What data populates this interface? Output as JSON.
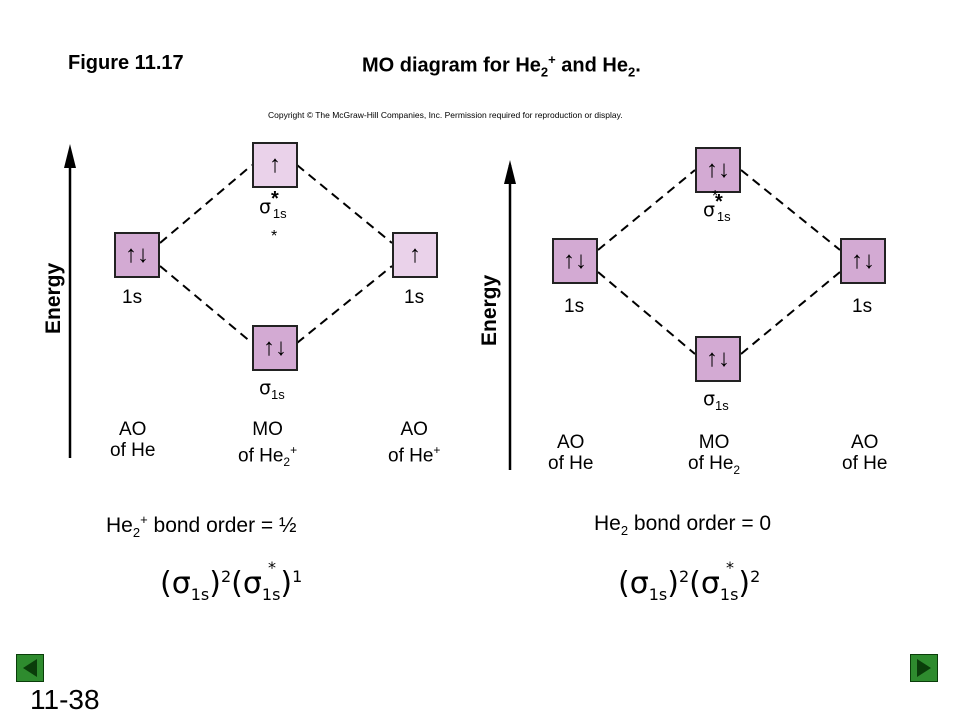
{
  "figure": {
    "number": "Figure 11.17",
    "title_prefix": "MO diagram for He",
    "title_sub1": "2",
    "title_sup1": "+",
    "title_mid": " and He",
    "title_sub2": "2",
    "title_end": "."
  },
  "copyright": "Copyright © The McGraw-Hill Companies, Inc. Permission required for reproduction or display.",
  "left_diagram": {
    "axis_label": "Energy",
    "ao_left": {
      "electrons": "↑↓",
      "label": "1s"
    },
    "ao_right": {
      "electrons": "↑",
      "label": "1s"
    },
    "mo_antibonding": {
      "electrons": "↑",
      "label": "σ*1s"
    },
    "mo_bonding": {
      "electrons": "↑↓",
      "label": "σ1s"
    },
    "col_left": {
      "line1": "AO",
      "line2": "of He"
    },
    "col_mid": {
      "line1": "MO",
      "line2": "of He",
      "sub": "2",
      "sup": "+"
    },
    "col_right": {
      "line1": "AO",
      "line2": "of He",
      "sup": "+"
    },
    "bond_order": {
      "prefix": "He",
      "sub": "2",
      "sup": "+",
      "text": " bond order = ½"
    }
  },
  "right_diagram": {
    "axis_label": "Energy",
    "ao_left": {
      "electrons": "↑↓",
      "label": "1s"
    },
    "ao_right": {
      "electrons": "↑↓",
      "label": "1s"
    },
    "mo_antibonding": {
      "electrons": "↑↓",
      "label": "σ*1s"
    },
    "mo_bonding": {
      "electrons": "↑↓",
      "label": "σ1s"
    },
    "col_left": {
      "line1": "AO",
      "line2": "of He"
    },
    "col_mid": {
      "line1": "MO",
      "line2": "of He",
      "sub": "2"
    },
    "col_right": {
      "line1": "AO",
      "line2": "of He"
    },
    "bond_order": {
      "prefix": "He",
      "sub": "2",
      "text": " bond order = 0"
    }
  },
  "configs": {
    "left": {
      "exp1": "2",
      "exp2": "1"
    },
    "right": {
      "exp1": "2",
      "exp2": "2"
    },
    "sigma": "σ",
    "sub": "1s",
    "star": "*"
  },
  "slide_number": "11-38",
  "colors": {
    "mo_fill": "#d3aad3",
    "ao_fill_light": "#ead2ea",
    "nav": "#2e8b2e"
  },
  "nav": {
    "prev": "previous-slide-icon",
    "next": "next-slide-icon"
  }
}
